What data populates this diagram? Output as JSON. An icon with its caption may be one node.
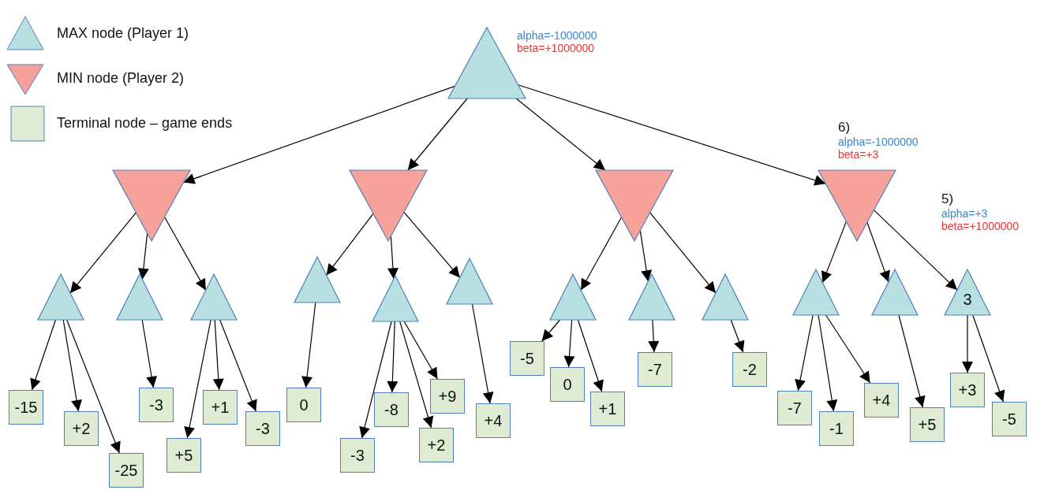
{
  "diagram": {
    "nodes": [
      {
        "text": [],
        "shape": "triangle",
        "beside": [
          "alpha=-1000000",
          "beta=+1000000"
        ]
      },
      {
        "text": [],
        "shape": "inverted-triangle"
      },
      {
        "text": [],
        "shape": "inverted-triangle"
      },
      {
        "text": [],
        "shape": "inverted-triangle"
      },
      {
        "text": [],
        "shape": "inverted-triangle",
        "beside": [
          "6)",
          "alpha=-1000000",
          "beta=+3"
        ]
      },
      {
        "text": [],
        "shape": "triangle"
      },
      {
        "text": [],
        "shape": "triangle"
      },
      {
        "text": [],
        "shape": "triangle"
      },
      {
        "text": [],
        "shape": "triangle"
      },
      {
        "text": [],
        "shape": "triangle"
      },
      {
        "text": [],
        "shape": "triangle"
      },
      {
        "text": [],
        "shape": "triangle"
      },
      {
        "text": [],
        "shape": "triangle"
      },
      {
        "text": [],
        "shape": "triangle"
      },
      {
        "text": [],
        "shape": "triangle"
      },
      {
        "text": [],
        "shape": "triangle"
      },
      {
        "text": [
          "3"
        ],
        "beside": [
          "5)",
          "alpha=+3",
          "beta=+1000000"
        ]
      },
      {
        "text": [
          "-15"
        ]
      },
      {
        "text": [
          "+2"
        ]
      },
      {
        "text": [
          "-25"
        ]
      },
      {
        "text": [
          "-3"
        ]
      },
      {
        "text": [
          "+5"
        ]
      },
      {
        "text": [
          "+1"
        ]
      },
      {
        "text": [
          "-3"
        ]
      },
      {
        "text": [
          "0"
        ]
      },
      {
        "text": [
          "-3"
        ]
      },
      {
        "text": [
          "-8"
        ]
      },
      {
        "text": [
          "+2"
        ]
      },
      {
        "text": [
          "+9"
        ]
      },
      {
        "text": [
          "+4"
        ]
      },
      {
        "text": [
          "-5"
        ]
      },
      {
        "text": [
          "0"
        ]
      },
      {
        "text": [
          "+1"
        ]
      },
      {
        "text": [
          "-7"
        ]
      },
      {
        "text": [
          "-2"
        ]
      },
      {
        "text": [
          "-7"
        ]
      },
      {
        "text": [
          "-1"
        ]
      },
      {
        "text": [
          "+4"
        ]
      },
      {
        "text": [
          "+5"
        ]
      },
      {
        "text": [
          "+3"
        ]
      },
      {
        "text": [
          "-5"
        ]
      }
    ],
    "edges": [
      {
        "from": 0,
        "to": 1,
        "arrow": "to"
      },
      {
        "from": 0,
        "to": 2,
        "arrow": "to"
      },
      {
        "from": 0,
        "to": 3,
        "arrow": "to"
      },
      {
        "from": 0,
        "to": 4,
        "arrow": "to"
      },
      {
        "from": 1,
        "to": 5,
        "arrow": "to"
      },
      {
        "from": 1,
        "to": 6,
        "arrow": "to"
      },
      {
        "from": 1,
        "to": 7,
        "arrow": "to"
      },
      {
        "from": 2,
        "to": 8,
        "arrow": "to"
      },
      {
        "from": 2,
        "to": 9,
        "arrow": "to"
      },
      {
        "from": 2,
        "to": 10,
        "arrow": "to"
      },
      {
        "from": 3,
        "to": 11,
        "arrow": "to"
      },
      {
        "from": 3,
        "to": 12,
        "arrow": "to"
      },
      {
        "from": 3,
        "to": 13,
        "arrow": "to"
      },
      {
        "from": 4,
        "to": 14,
        "arrow": "to"
      },
      {
        "from": 4,
        "to": 15,
        "arrow": "to"
      },
      {
        "from": 4,
        "to": 16,
        "arrow": "to"
      },
      {
        "from": 5,
        "to": 17,
        "arrow": "to"
      },
      {
        "from": 5,
        "to": 18,
        "arrow": "to"
      },
      {
        "from": 5,
        "to": 19,
        "arrow": "to"
      },
      {
        "from": 6,
        "to": 20,
        "arrow": "to"
      },
      {
        "from": 7,
        "to": 21,
        "arrow": "to"
      },
      {
        "from": 7,
        "to": 22,
        "arrow": "to"
      },
      {
        "from": 7,
        "to": 23,
        "arrow": "to"
      },
      {
        "from": 8,
        "to": 24,
        "arrow": "to"
      },
      {
        "from": 9,
        "to": 25,
        "arrow": "to"
      },
      {
        "from": 9,
        "to": 26,
        "arrow": "to"
      },
      {
        "from": 9,
        "to": 27,
        "arrow": "to"
      },
      {
        "from": 9,
        "to": 28,
        "arrow": "to"
      },
      {
        "from": 10,
        "to": 29,
        "arrow": "to"
      },
      {
        "from": 11,
        "to": 30,
        "arrow": "to"
      },
      {
        "from": 11,
        "to": 31,
        "arrow": "to"
      },
      {
        "from": 11,
        "to": 32,
        "arrow": "to"
      },
      {
        "from": 12,
        "to": 33,
        "arrow": "to"
      },
      {
        "from": 13,
        "to": 34,
        "arrow": "to"
      },
      {
        "from": 14,
        "to": 35,
        "arrow": "to"
      },
      {
        "from": 14,
        "to": 36,
        "arrow": "to"
      },
      {
        "from": 14,
        "to": 37,
        "arrow": "to"
      },
      {
        "from": 15,
        "to": 38,
        "arrow": "to"
      },
      {
        "from": 16,
        "to": 39,
        "arrow": "to"
      },
      {
        "from": 16,
        "to": 40,
        "arrow": "to"
      }
    ],
    "legend": [
      {
        "text": "MAX node (Player 1)",
        "color": "#b8e0e0"
      },
      {
        "text": "MIN node (Player 2)",
        "color": "#f6a29a"
      },
      {
        "text": "Terminal node – game ends",
        "color": "#dfecd3"
      }
    ]
  }
}
